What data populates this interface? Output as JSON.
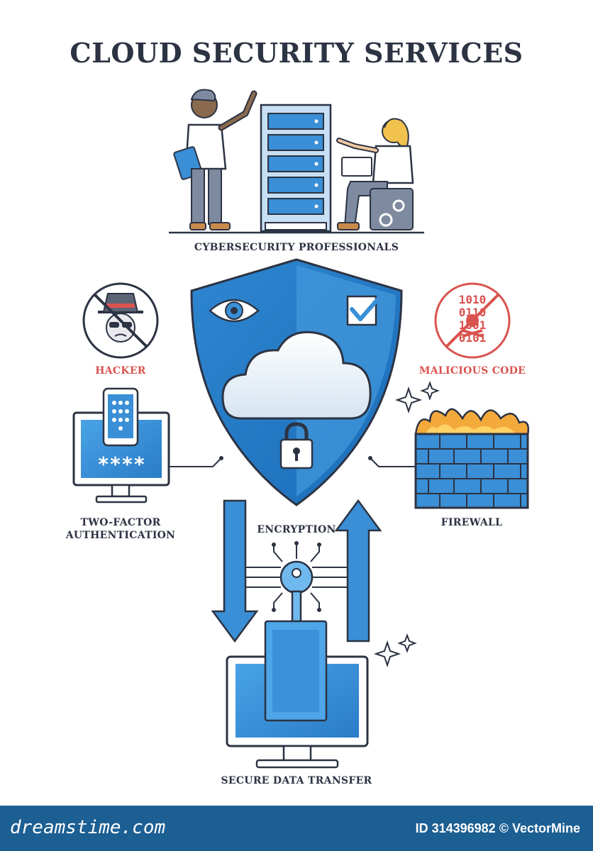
{
  "title": "CLOUD SECURITY SERVICES",
  "labels": {
    "professionals": "CYBERSECURITY PROFESSIONALS",
    "hacker": "HACKER",
    "malicious": "MALICIOUS CODE",
    "two_factor_line1": "TWO-FACTOR",
    "two_factor_line2": "AUTHENTICATION",
    "encryption": "ENCRYPTION",
    "firewall": "FIREWALL",
    "secure_transfer": "SECURE DATA TRANSFER"
  },
  "malicious_code_digits": [
    "1010",
    "0110",
    "1001",
    "0101"
  ],
  "password_mask": "****",
  "footer": {
    "site": "dreamstime.com",
    "id_text": "ID 314396982 © VectorMine"
  },
  "colors": {
    "outline": "#2c3343",
    "blue": "#3a8fd6",
    "light_blue": "#a9d3f2",
    "warning_red": "#d9534f",
    "flame": "#f4a93b",
    "footer": "#1c5f93"
  }
}
